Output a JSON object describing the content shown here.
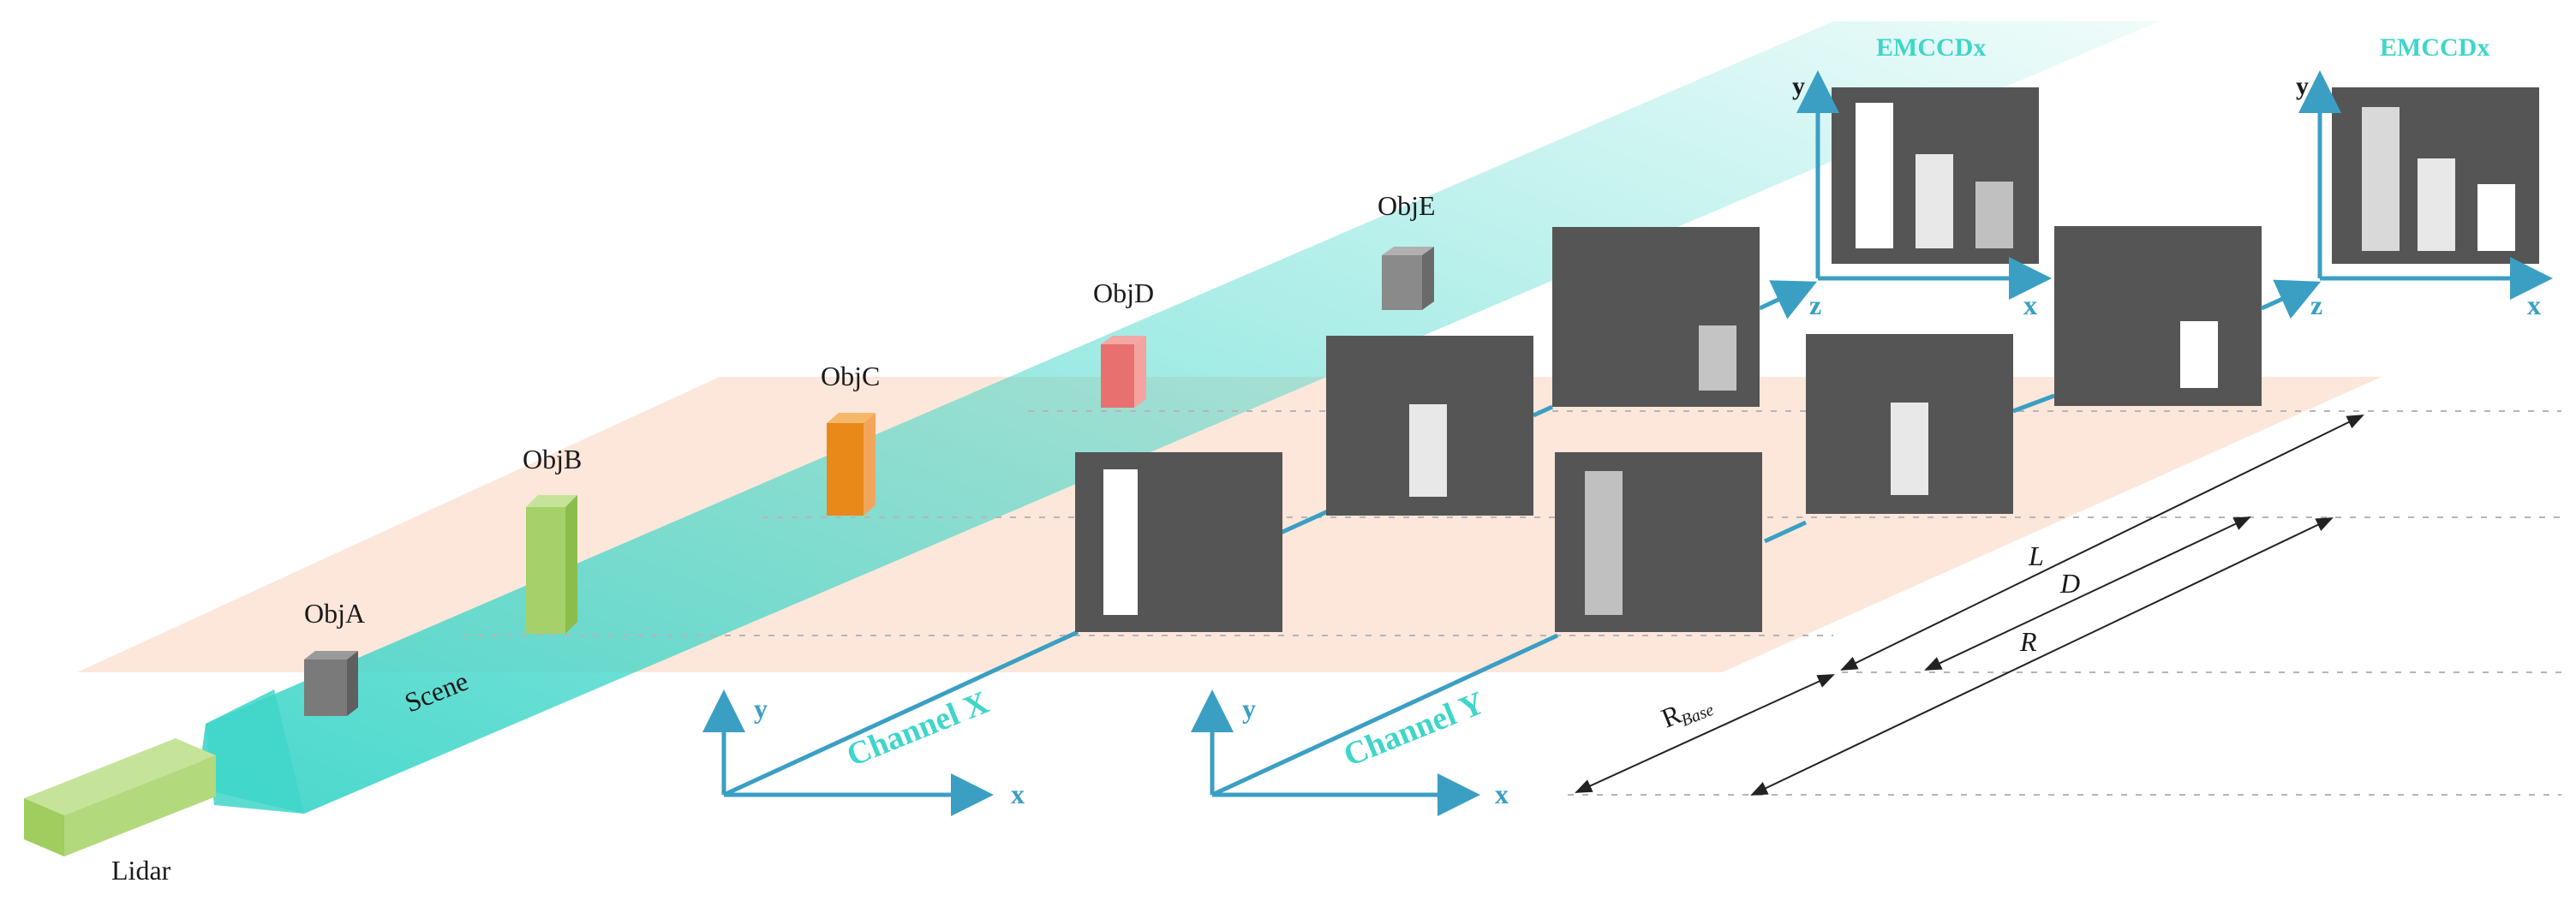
{
  "labels": {
    "lidar": "Lidar",
    "scene": "Scene",
    "obj_a": "ObjA",
    "obj_b": "ObjB",
    "obj_c": "ObjC",
    "obj_d": "ObjD",
    "obj_e": "ObjE",
    "channel_x": "Channel X",
    "channel_y": "Channel Y",
    "emccd_1": "EMCCDx",
    "emccd_2": "EMCCDx",
    "dim_l": "L",
    "dim_d": "D",
    "dim_r": "R",
    "dim_rbase_main": "R",
    "dim_rbase_sub": "Base"
  },
  "axes": {
    "x": "x",
    "y": "y",
    "z": "z"
  },
  "colors": {
    "beam": "#3fd6c9",
    "ground_plane": "#fde3d4",
    "axis": "#3b9fc4",
    "panel": "#555555",
    "obj_a": "#7a7a7a",
    "obj_b": "#a6d16a",
    "obj_c": "#e8891a",
    "obj_d": "#e8706e",
    "obj_e": "#8a8a8a",
    "lidar": "#a8d86e"
  },
  "icons": {
    "lidar": "lidar-box-icon",
    "objects": "cuboid-icon"
  }
}
